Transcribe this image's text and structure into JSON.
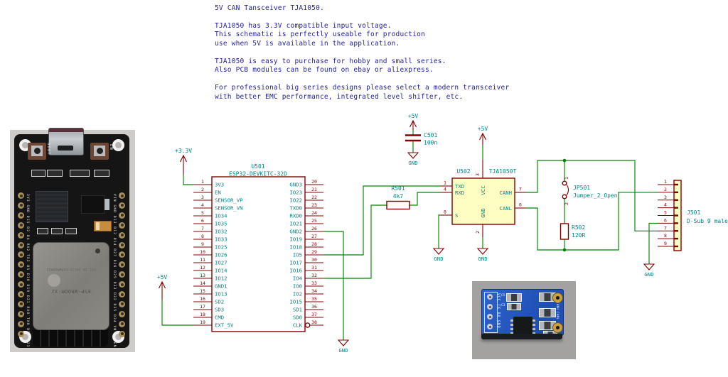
{
  "notes": {
    "lines": [
      "5V CAN Tansceiver TJA1050.",
      "",
      "TJA1050 has 3.3V compatible input voltage.",
      "This schematic is perfectly useable for production",
      "use when 5V is available in the application.",
      "",
      "TJA1050 is easy to purchase for hobby and small series.",
      "Also PCB modules can be found on ebay or aliexpress.",
      "",
      "For professional big series designs please select a modern transceiver",
      "with better EMC performance, integrated level shifter, etc."
    ]
  },
  "schematic": {
    "colors": {
      "wire": "#008400",
      "outline": "#840000",
      "text": "#008484",
      "body_fill": "#fffec2",
      "notes": "#22229e"
    },
    "power": {
      "p33": "+3.3V",
      "p5": "+5V",
      "gnd": "GND"
    },
    "u501": {
      "ref": "U501",
      "value": "ESP32-DEVKITC-32D",
      "left_pins": [
        {
          "num": "1",
          "name": "3V3"
        },
        {
          "num": "2",
          "name": "EN"
        },
        {
          "num": "3",
          "name": "SENSOR_VP"
        },
        {
          "num": "4",
          "name": "SENSOR_VN"
        },
        {
          "num": "5",
          "name": "IO34"
        },
        {
          "num": "6",
          "name": "IO35"
        },
        {
          "num": "7",
          "name": "IO32"
        },
        {
          "num": "8",
          "name": "IO33"
        },
        {
          "num": "9",
          "name": "IO25"
        },
        {
          "num": "10",
          "name": "IO26"
        },
        {
          "num": "11",
          "name": "IO27"
        },
        {
          "num": "12",
          "name": "IO14"
        },
        {
          "num": "13",
          "name": "IO12"
        },
        {
          "num": "14",
          "name": "GND1"
        },
        {
          "num": "15",
          "name": "IO13"
        },
        {
          "num": "16",
          "name": "SD2"
        },
        {
          "num": "17",
          "name": "SD3"
        },
        {
          "num": "18",
          "name": "CMD"
        },
        {
          "num": "19",
          "name": "EXT_5V"
        }
      ],
      "right_pins": [
        {
          "num": "20",
          "name": "GND3"
        },
        {
          "num": "21",
          "name": "IO23"
        },
        {
          "num": "22",
          "name": "IO22"
        },
        {
          "num": "23",
          "name": "TXD0"
        },
        {
          "num": "24",
          "name": "RXD0"
        },
        {
          "num": "25",
          "name": "IO21"
        },
        {
          "num": "26",
          "name": "GND2"
        },
        {
          "num": "27",
          "name": "IO19"
        },
        {
          "num": "28",
          "name": "IO18"
        },
        {
          "num": "29",
          "name": "IO5"
        },
        {
          "num": "30",
          "name": "IO17"
        },
        {
          "num": "31",
          "name": "IO16"
        },
        {
          "num": "32",
          "name": "IO4"
        },
        {
          "num": "33",
          "name": "IO0"
        },
        {
          "num": "34",
          "name": "IO2"
        },
        {
          "num": "35",
          "name": "IO15"
        },
        {
          "num": "36",
          "name": "SD1"
        },
        {
          "num": "37",
          "name": "SD0"
        },
        {
          "num": "38",
          "name": "CLK"
        }
      ]
    },
    "u502": {
      "ref": "U502",
      "value": "TJA1050T",
      "pins": {
        "txd": {
          "num": "1",
          "name": "TXD"
        },
        "rxd": {
          "num": "4",
          "name": "RXD"
        },
        "s": {
          "num": "8",
          "name": "S"
        },
        "vcc": {
          "num": "3",
          "name": "VCC"
        },
        "gnd": {
          "num": "2",
          "name": "GND"
        },
        "canh": {
          "num": "7",
          "name": "CANH"
        },
        "canl": {
          "num": "6",
          "name": "CANL"
        }
      }
    },
    "r501": {
      "ref": "R501",
      "value": "4k7"
    },
    "r502": {
      "ref": "R502",
      "value": "120R"
    },
    "c501": {
      "ref": "C501",
      "value": "100n"
    },
    "jp501": {
      "ref": "JP501",
      "value": "Jumper_2_Open",
      "pin1": "1",
      "pin2": "2"
    },
    "j501": {
      "ref": "J501",
      "value": "D-Sub 9 male",
      "pins": [
        "1",
        "2",
        "3",
        "4",
        "5",
        "6",
        "7",
        "8",
        "9"
      ]
    }
  },
  "esp_photo": {
    "boot_label": "BOOT",
    "en_label": "EN",
    "left_labels": "3V3 GND D15 D2 D4 RX2 TX2 D5 D18 D19 D21 RX0 TX0 D22 D23",
    "right_labels": "VIN GND D13 D12 D14 D27 D26 D25 D33 D32 D35 D34 VN VP EN",
    "shield_label": "ESP-WROOM-32",
    "shield_small": "FCC ID 2AC7Z-ESPWROOM32"
  },
  "can_photo": {
    "left_labels": "VCC TX RX GND",
    "right_labels": "CANH CANL",
    "cap1": "C5",
    "cap2": "C3"
  }
}
